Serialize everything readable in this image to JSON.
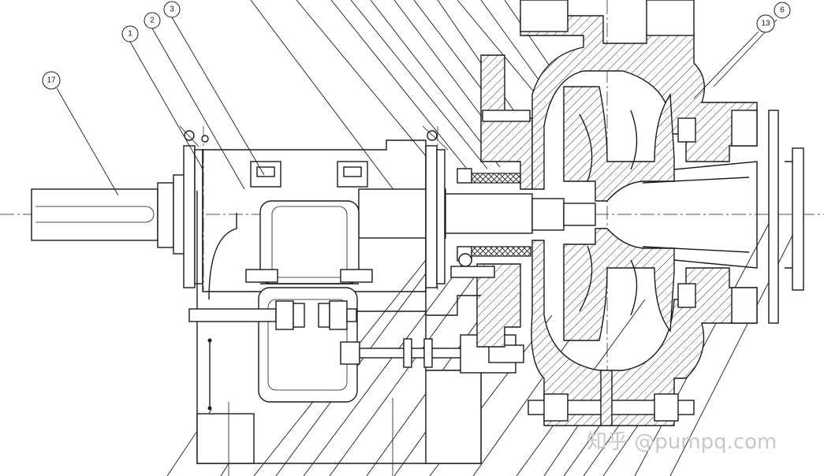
{
  "balloons": [
    {
      "label": "1"
    },
    {
      "label": "2"
    },
    {
      "label": "3"
    },
    {
      "label": "17"
    },
    {
      "label": "6"
    },
    {
      "label": "13"
    }
  ],
  "watermark": "知乎 @pumpq.com"
}
